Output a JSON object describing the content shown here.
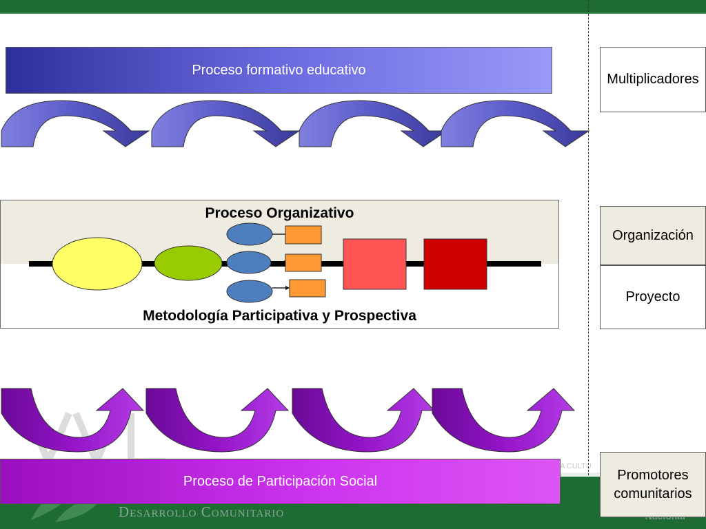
{
  "header": {
    "band_color": "#1f6b34"
  },
  "banners": {
    "formativo": "Proceso formativo educativo",
    "social": "Proceso de Participación Social"
  },
  "organizational": {
    "title": "Proceso Organizativo",
    "subtitle": "Metodología Participativa y Prospectiva"
  },
  "side_labels": {
    "multiplicadores": "Multiplicadores",
    "organizacion": "Organización",
    "proyecto": "Proyecto",
    "promotores_line1": "Promotores",
    "promotores_line2": "comunitarios"
  },
  "footer": {
    "brand": "Desarrollo Comunitario",
    "right_text": "Nacional",
    "faint_text": "A CULTU"
  },
  "colors": {
    "blue_arrow": "#5a5ac8",
    "purple_arrow": "#8a10b8",
    "yellow_ellipse": "#ffff66",
    "green_ellipse": "#99cc00",
    "blue_ellipse": "#4d7fbf",
    "orange_box": "#ff9933",
    "red_box_light": "#ff5555",
    "red_box_dark": "#cc0000"
  }
}
